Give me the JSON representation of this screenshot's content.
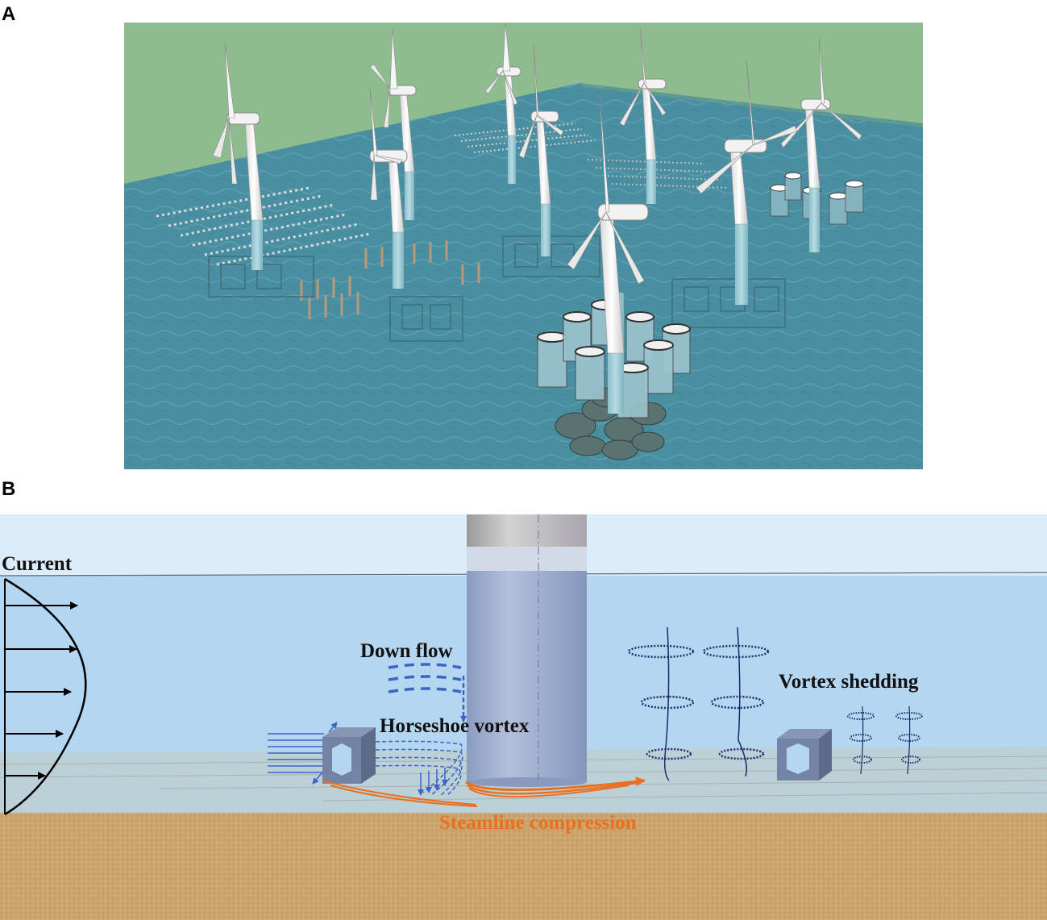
{
  "panels": {
    "a": {
      "letter": "A"
    },
    "b": {
      "letter": "B"
    }
  },
  "labels": {
    "current": "Current",
    "down_flow": "Down flow",
    "horseshoe_vortex": "Horseshoe vortex",
    "vortex_shedding": "Vortex shedding",
    "streamline_compression": "Steamline compression"
  },
  "colors": {
    "sky_green": "#8fbc8f",
    "sea": "#4a8fa1",
    "water_light": "#b4d6f0",
    "sand": "#cda56c",
    "pile": "#9fb0cf",
    "flow_blue": "#3a65c4",
    "compression_orange": "#e8701f",
    "vortex_navy": "#1e2a6b"
  }
}
